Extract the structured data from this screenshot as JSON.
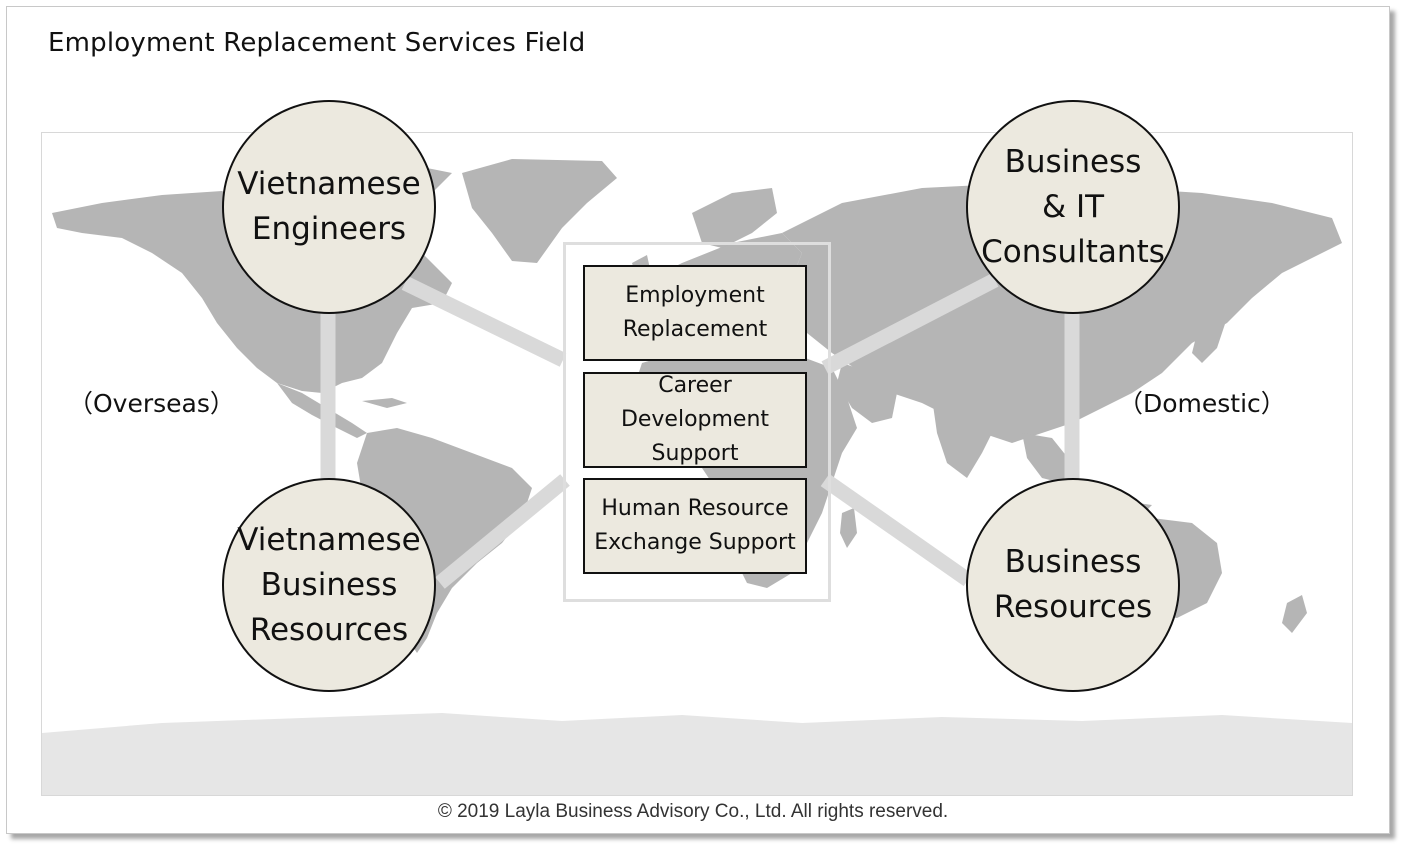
{
  "title": "Employment Replacement Services Field",
  "nodes": {
    "vietnamese_engineers": "Vietnamese\nEngineers",
    "consultants": "Business\n& IT\nConsultants",
    "vietnamese_business_resources": "Vietnamese\nBusiness\nResources",
    "business_resources": "Business\nResources"
  },
  "services": [
    "Employment\nReplacement",
    "Career\nDevelopment\nSupport",
    "Human Resource\nExchange Support"
  ],
  "labels": {
    "overseas": "（Overseas）",
    "domestic": "（Domestic）"
  },
  "footer": "© 2019 Layla Business Advisory Co., Ltd. All rights reserved.",
  "colors": {
    "node_fill": "#ece9df",
    "land": "#b5b5b5",
    "connector": "#d9d9d9"
  }
}
